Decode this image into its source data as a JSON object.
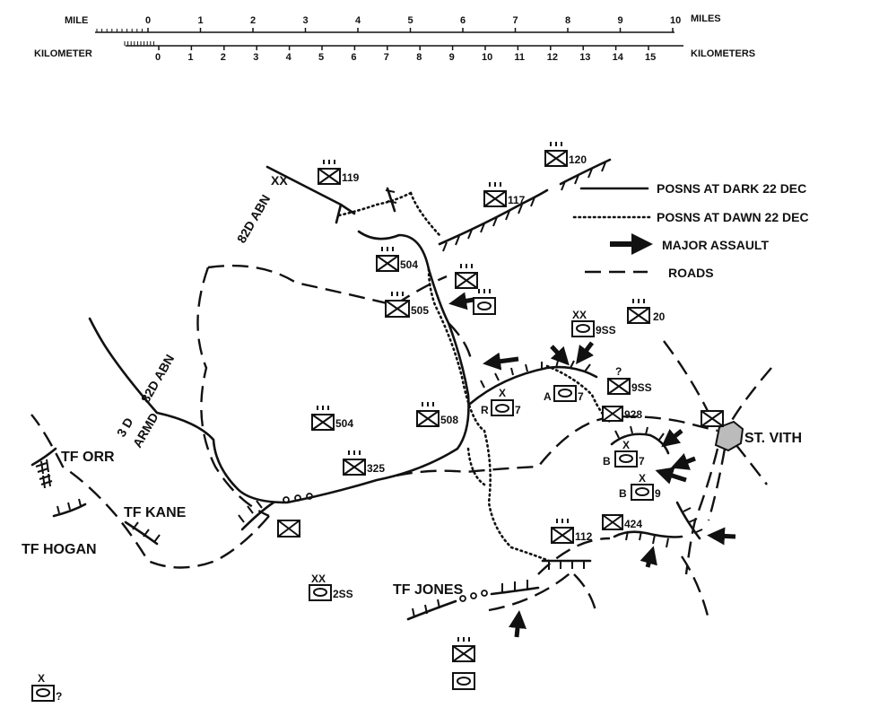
{
  "scale_bar": {
    "left_mile": "MILE",
    "left_km": "KILOMETER",
    "miles_label": "MILES",
    "km_label": "KILOMETERS",
    "mile_ticks": [
      "0",
      "1",
      "2",
      "3",
      "4",
      "5",
      "6",
      "7",
      "8",
      "9",
      "10"
    ],
    "km_ticks": [
      "0",
      "1",
      "2",
      "3",
      "4",
      "5",
      "6",
      "7",
      "8",
      "9",
      "10",
      "11",
      "12",
      "13",
      "14",
      "15"
    ]
  },
  "legend": {
    "dark": "POSNS AT DARK 22 DEC",
    "dawn": "POSNS AT DAWN 22 DEC",
    "assault": "MAJOR ASSAULT",
    "roads": "ROADS"
  },
  "place_labels": {
    "st_vith": "ST. VITH",
    "tf_orr": "TF ORR",
    "tf_kane": "TF KANE",
    "tf_hogan": "TF HOGAN",
    "tf_jones": "TF JONES",
    "abn_82_top": "82D ABN",
    "boundary_3d": "3 D",
    "boundary_armd": "ARMD",
    "boundary_82": "82D ABN",
    "xx_top": "XX"
  },
  "units": {
    "u119": "119",
    "u120": "120",
    "u117": "117",
    "u504a": "504",
    "u505": "505",
    "u504b": "504",
    "u508": "508",
    "u325": "325",
    "u20": "20",
    "u9ss": "9SS",
    "u9ss_b": "9SS",
    "u928": "928",
    "u424": "424",
    "u112": "112",
    "u2ss": "2SS",
    "r7": "7",
    "r7_prefix": "R",
    "a7": "7",
    "a7_prefix": "A",
    "b7": "7",
    "b7_prefix": "B",
    "b9": "9",
    "b9_prefix": "B",
    "q1": "?",
    "q2": "?",
    "xx1": "XX",
    "xx2": "XX",
    "x1": "X",
    "x2": "X",
    "x3": "X",
    "x4": "X"
  }
}
